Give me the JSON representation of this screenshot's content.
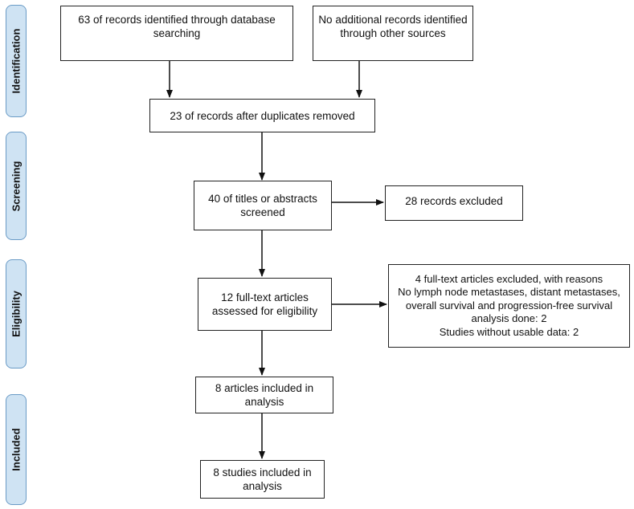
{
  "phases": {
    "identification": "Identification",
    "screening": "Screening",
    "eligibility": "Eligibility",
    "included": "Included"
  },
  "boxes": {
    "database_search": [
      "63 of records identified through database",
      "searching"
    ],
    "other_sources": [
      "No additional records identified",
      "through other sources"
    ],
    "duplicates_removed": [
      "23 of records after duplicates removed"
    ],
    "screened": [
      "40 of titles or abstracts",
      "screened"
    ],
    "records_excluded": [
      "28 records excluded"
    ],
    "fulltext_assessed": [
      "12 full-text articles",
      "assessed for eligibility"
    ],
    "fulltext_excluded": [
      "4 full-text articles excluded, with reasons",
      "No lymph node metastases, distant metastases,",
      "overall survival and progression-free survival",
      "analysis done: 2",
      "Studies without usable data: 2"
    ],
    "articles_included": [
      "8 articles included in",
      "analysis"
    ],
    "studies_included": [
      "8 studies included in",
      "analysis"
    ]
  }
}
